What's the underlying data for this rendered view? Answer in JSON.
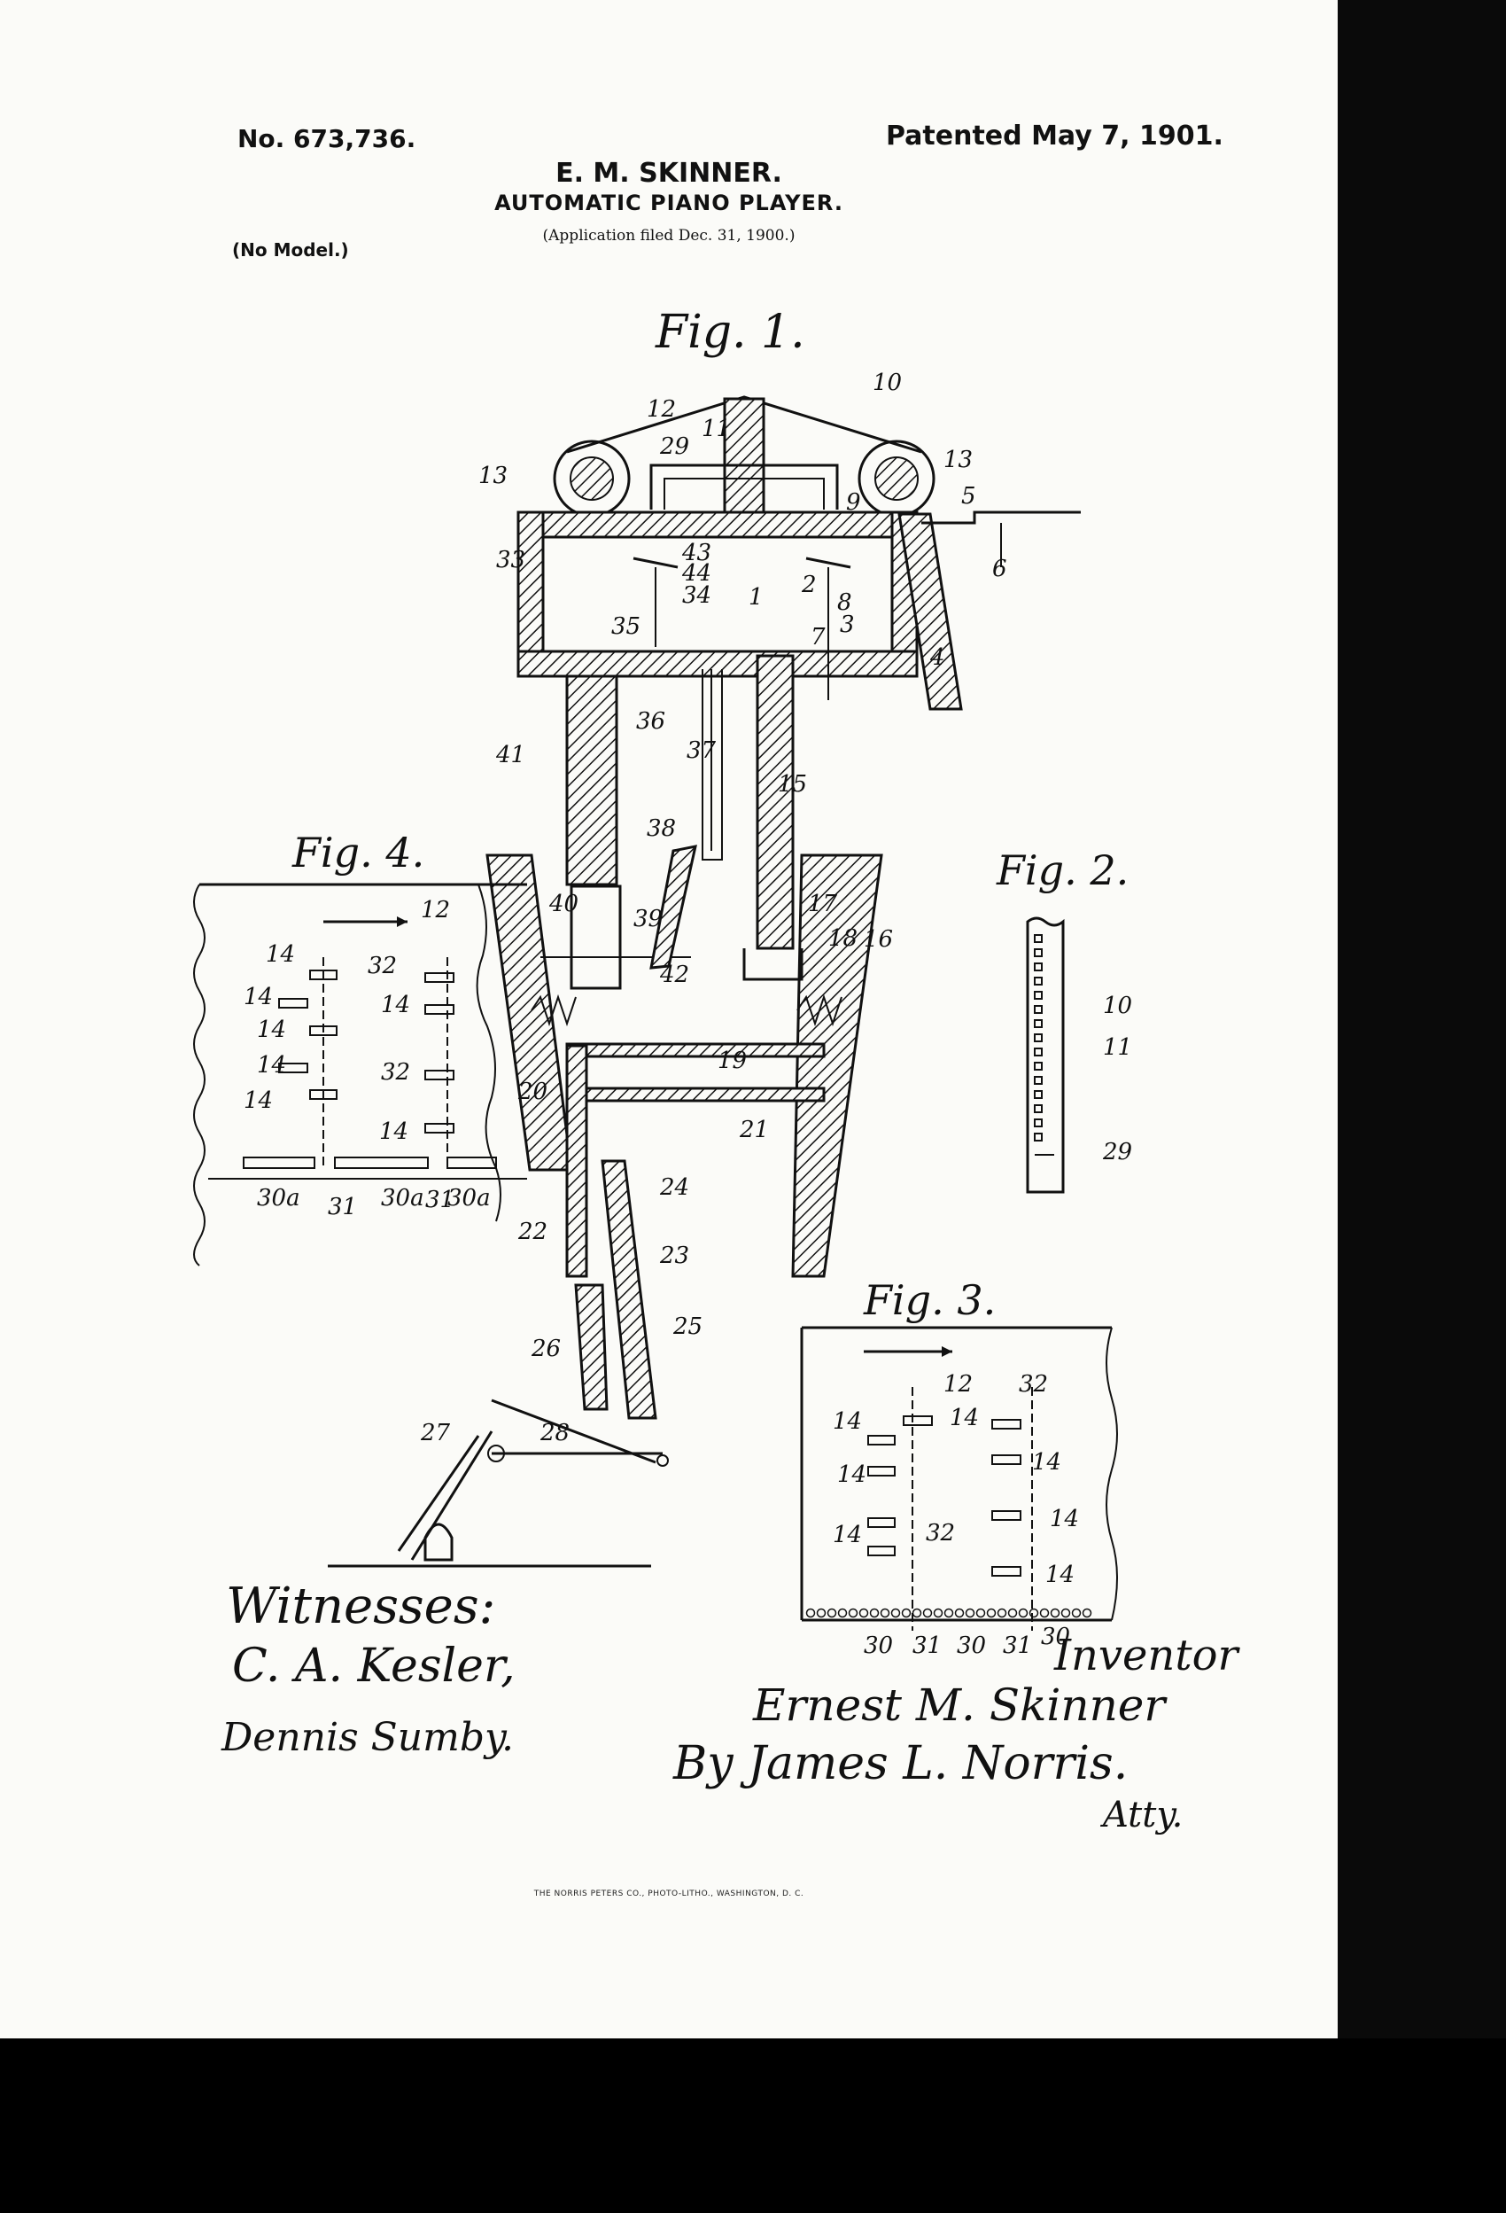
{
  "header": {
    "patent_number": "No. 673,736.",
    "patent_date": "Patented May 7, 1901.",
    "inventor_name": "E. M. SKINNER.",
    "title": "AUTOMATIC PIANO PLAYER.",
    "application": "(Application filed Dec. 31, 1900.)",
    "model_note": "(No Model.)"
  },
  "figures": {
    "fig1": "Fig. 1.",
    "fig2": "Fig. 2.",
    "fig3": "Fig. 3.",
    "fig4": "Fig. 4."
  },
  "labels": {
    "fig1": [
      "10",
      "12",
      "11",
      "29",
      "13",
      "13",
      "9",
      "5",
      "6",
      "33",
      "43",
      "44",
      "34",
      "1",
      "2",
      "8",
      "3",
      "7",
      "35",
      "36",
      "37",
      "4",
      "41",
      "15",
      "38",
      "17",
      "18",
      "16",
      "40",
      "39",
      "42",
      "19",
      "20",
      "21",
      "24",
      "22",
      "23",
      "25",
      "26",
      "27",
      "28"
    ],
    "fig2": [
      "10",
      "11",
      "29"
    ],
    "fig3": [
      "12",
      "32",
      "14",
      "14",
      "14",
      "14",
      "14",
      "14",
      "14",
      "32",
      "30",
      "31",
      "30",
      "31",
      "30"
    ],
    "fig4": [
      "12",
      "14",
      "32",
      "14",
      "14",
      "14",
      "14",
      "14",
      "32",
      "14",
      "30a",
      "31",
      "30a",
      "31",
      "30a"
    ]
  },
  "signatures": {
    "witnesses_label": "Witnesses:",
    "witness_1": "C. A. Kesler,",
    "witness_2": "Dennis Sumby.",
    "inventor_label": "Inventor",
    "inventor_signature": "Ernest M. Skinner",
    "by_attorney": "By James L. Norris.",
    "attorney_label": "Atty."
  },
  "footer": "THE NORRIS PETERS CO., PHOTO-LITHO., WASHINGTON, D. C.",
  "colors": {
    "paper": "#fbfbf8",
    "ink": "#111111",
    "border": "#000000"
  }
}
